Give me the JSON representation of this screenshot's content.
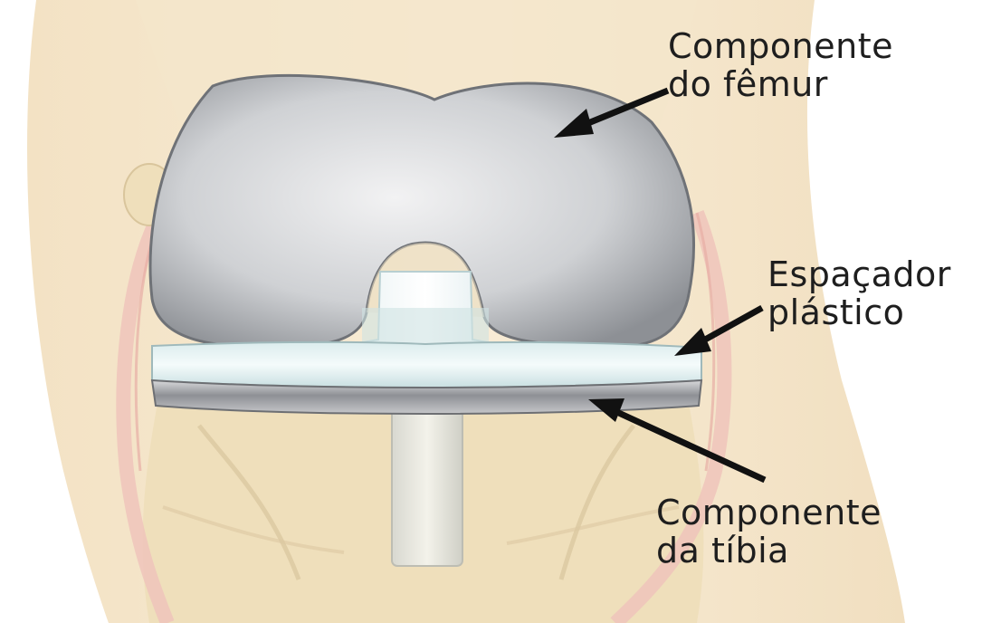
{
  "labels": {
    "femoral_component": {
      "line1": "Componente",
      "line2": "do fêmur"
    },
    "plastic_spacer": {
      "line1": "Espaçador",
      "line2": "plástico"
    },
    "tibial_component": {
      "line1": "Componente",
      "line2": "da tíbia"
    }
  },
  "colors": {
    "background": "#ffffff",
    "bone": "#f2e2bd",
    "tissue": "#f6e7cd",
    "metal": "#b7b9bd",
    "spacer": "#e4f1f2",
    "ligament": "#f1c9c2",
    "arrow": "#111111"
  }
}
